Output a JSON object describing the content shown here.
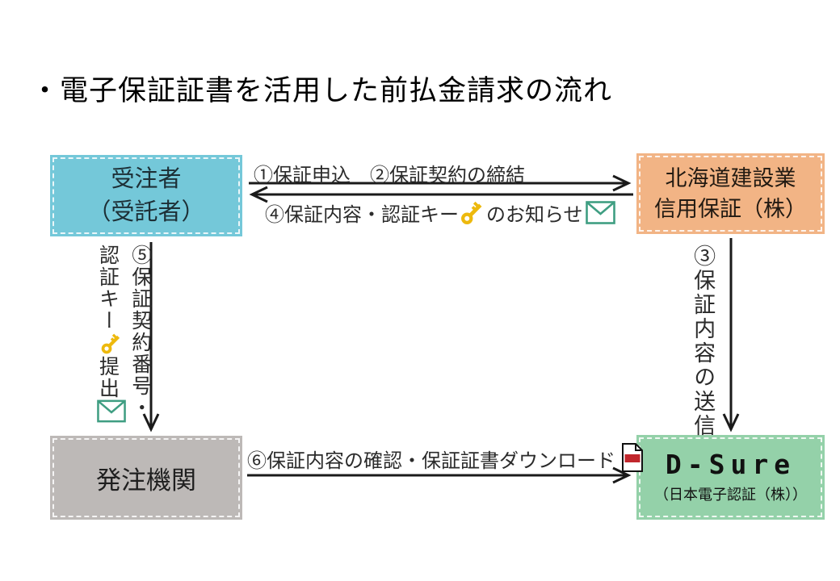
{
  "title": "・電子保証証書を活用した前払金請求の流れ",
  "nodes": {
    "contractor": {
      "line1": "受注者",
      "line2": "（受託者）",
      "color": "#74c8d9"
    },
    "guarantor": {
      "line1": "北海道建設業",
      "line2": "信用保証（株）",
      "color": "#f2b485"
    },
    "ordering_agency": {
      "line1": "発注機関",
      "color": "#bdb9b7"
    },
    "dsure": {
      "name": "D-Sure",
      "subtitle": "（日本電子認証（株））",
      "color": "#94d1a9"
    }
  },
  "flows": {
    "step1_2": "①保証申込　②保証契約の締結",
    "step4_before_key": "④保証内容・認証キー",
    "step4_after_key": "のお知らせ",
    "step5_col1": "⑤保証契約番号・",
    "step5_before_key": "認証キー",
    "step5_after_key": "提出",
    "step3": "③保証内容の送信",
    "step6": "⑥保証内容の確認・保証証書ダウンロード"
  },
  "icons": {
    "key_color": "#edb90d",
    "envelope_color": "#3f9e82",
    "document_accent": "#c1272d",
    "arrow_color": "#1a1a1a"
  }
}
